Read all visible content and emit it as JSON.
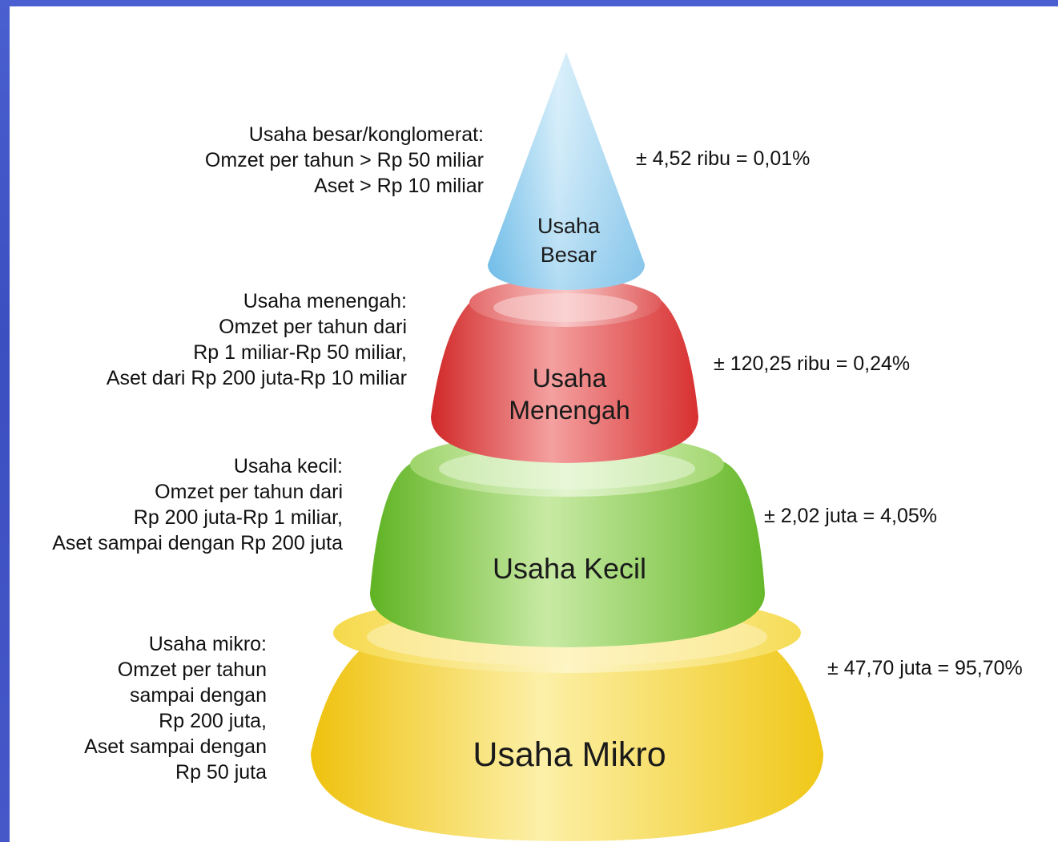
{
  "tiers": [
    {
      "label": "Usaha\nBesar",
      "description": "Usaha besar/konglomerat:\nOmzet per tahun > Rp 50 miliar\nAset > Rp 10 miliar",
      "count": "4,52 ribu = 0,01%",
      "color": "#8ecff0"
    },
    {
      "label": "Usaha\nMenengah",
      "description": "Usaha menengah:\nOmzet per tahun dari\nRp 1 miliar-Rp 50 miliar,\nAset dari Rp 200 juta-Rp 10 miliar",
      "count": "120,25 ribu = 0,24%",
      "color": "#e03a3a"
    },
    {
      "label": "Usaha Kecil",
      "description": "Usaha kecil:\nOmzet per tahun dari\nRp 200 juta-Rp 1 miliar,\nAset sampai dengan Rp 200 juta",
      "count": "2,02 juta = 4,05%",
      "color": "#7cc334"
    },
    {
      "label": "Usaha Mikro",
      "description": "Usaha mikro:\nOmzet per tahun\nsampai dengan\nRp 200 juta,\nAset sampai dengan\nRp 50 juta",
      "count": "47,70 juta = 95,70%",
      "color": "#f0cf22"
    }
  ]
}
